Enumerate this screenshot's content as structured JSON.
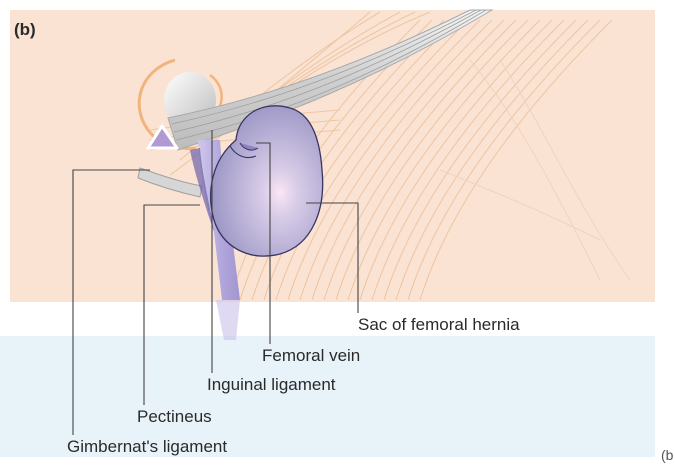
{
  "figure": {
    "panel_letter": "(b)",
    "cropped_edge_text": "(b",
    "labels": {
      "sac": "Sac of femoral hernia",
      "femoral_vein": "Femoral vein",
      "inguinal_ligament": "Inguinal ligament",
      "pectineus": "Pectineus",
      "gimbernat": "Gimbernat's ligament"
    }
  },
  "colors": {
    "background_upper": "#fbe3d3",
    "background_lower": "#e8f3f9",
    "muscle_fibers": "#ecc6a3",
    "ligament_band": "#d2d2d2",
    "hernia_sac": "#a8a4cc",
    "vessel": "#b7aee0",
    "marker_triangle": "#b19ad4",
    "leader_line": "#444444"
  }
}
